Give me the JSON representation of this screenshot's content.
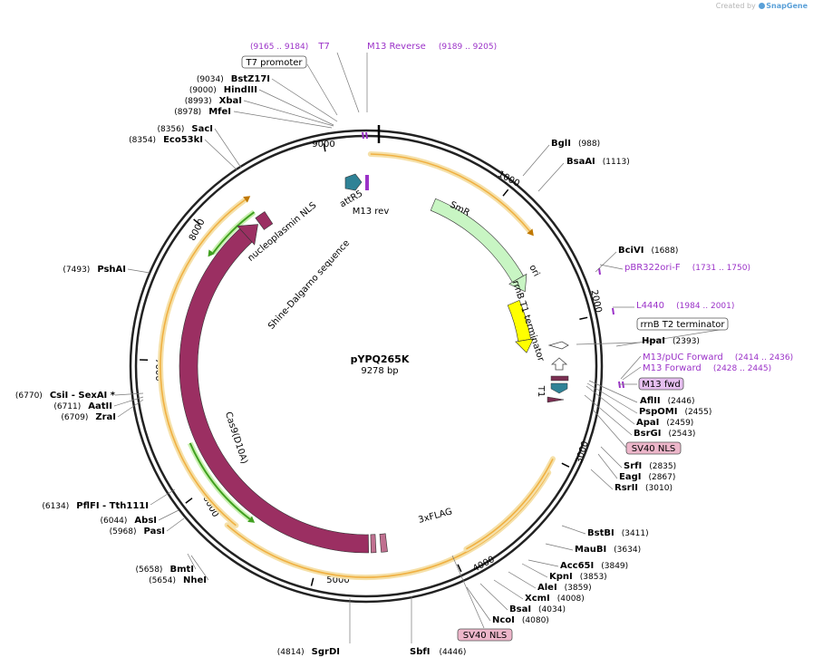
{
  "credit": {
    "prefix": "Created by",
    "brand": "SnapGene"
  },
  "plasmid": {
    "name": "pYPQ265K",
    "length_label": "9278 bp",
    "length": 9278
  },
  "ticks": [
    {
      "label": "1000",
      "bp": 1000
    },
    {
      "label": "2000",
      "bp": 2000
    },
    {
      "label": "3000",
      "bp": 3000
    },
    {
      "label": "4000",
      "bp": 4000
    },
    {
      "label": "5000",
      "bp": 5000
    },
    {
      "label": "6000",
      "bp": 6000
    },
    {
      "label": "7000",
      "bp": 7000
    },
    {
      "label": "8000",
      "bp": 8000
    },
    {
      "label": "9000",
      "bp": 9000
    }
  ],
  "sites_right": [
    {
      "name": "BglI",
      "pos": "(988)",
      "bp": 988
    },
    {
      "name": "BsaAI",
      "pos": "(1113)",
      "bp": 1113
    },
    {
      "name": "BciVI",
      "pos": "(1688)",
      "bp": 1688
    },
    {
      "name": "HpaI",
      "pos": "(2393)",
      "bp": 2393
    },
    {
      "name": "AflII",
      "pos": "(2446)",
      "bp": 2446
    },
    {
      "name": "PspOMI",
      "pos": "(2455)",
      "bp": 2455
    },
    {
      "name": "ApaI",
      "pos": "(2459)",
      "bp": 2459
    },
    {
      "name": "BsrGI",
      "pos": "(2543)",
      "bp": 2543
    },
    {
      "name": "SrfI",
      "pos": "(2835)",
      "bp": 2835
    },
    {
      "name": "EagI",
      "pos": "(2867)",
      "bp": 2867
    },
    {
      "name": "RsrII",
      "pos": "(3010)",
      "bp": 3010
    },
    {
      "name": "BstBI",
      "pos": "(3411)",
      "bp": 3411
    },
    {
      "name": "MauBI",
      "pos": "(3634)",
      "bp": 3634
    },
    {
      "name": "Acc65I",
      "pos": "(3849)",
      "bp": 3849
    },
    {
      "name": "KpnI",
      "pos": "(3853)",
      "bp": 3853
    },
    {
      "name": "AleI",
      "pos": "(3859)",
      "bp": 3859
    },
    {
      "name": "XcmI",
      "pos": "(4008)",
      "bp": 4008
    },
    {
      "name": "BsaI",
      "pos": "(4034)",
      "bp": 4034
    },
    {
      "name": "NcoI",
      "pos": "(4080)",
      "bp": 4080
    },
    {
      "name": "SbfI",
      "pos": "(4446)",
      "bp": 4446
    }
  ],
  "sites_left": [
    {
      "name": "SgrDI",
      "pos": "(4814)",
      "bp": 4814
    },
    {
      "name": "NheI",
      "pos": "(5654)",
      "bp": 5654
    },
    {
      "name": "BmtI",
      "pos": "(5658)",
      "bp": 5658
    },
    {
      "name": "PasI",
      "pos": "(5968)",
      "bp": 5968
    },
    {
      "name": "AbsI",
      "pos": "(6044)",
      "bp": 6044
    },
    {
      "name": "PflFI - Tth111I",
      "pos": "(6134)",
      "bp": 6134
    },
    {
      "name": "ZraI",
      "pos": "(6709)",
      "bp": 6709
    },
    {
      "name": "AatII",
      "pos": "(6711)",
      "bp": 6711
    },
    {
      "name": "CsiI - SexAI *",
      "pos": "(6770)",
      "bp": 6770
    },
    {
      "name": "PshAI",
      "pos": "(7493)",
      "bp": 7493
    },
    {
      "name": "Eco53kI",
      "pos": "(8354)",
      "bp": 8354
    },
    {
      "name": "SacI",
      "pos": "(8356)",
      "bp": 8356
    },
    {
      "name": "MfeI",
      "pos": "(8978)",
      "bp": 8978
    },
    {
      "name": "XbaI",
      "pos": "(8993)",
      "bp": 8993
    },
    {
      "name": "HindIII",
      "pos": "(9000)",
      "bp": 9000
    },
    {
      "name": "BstZ17I",
      "pos": "(9034)",
      "bp": 9034
    }
  ],
  "primers": [
    {
      "name": "T7",
      "pos": "(9165 .. 9184)",
      "bp": 9175
    },
    {
      "name": "M13 Reverse",
      "pos": "(9189 .. 9205)",
      "bp": 9197
    },
    {
      "name": "pBR322ori-F",
      "pos": "(1731 .. 1750)",
      "bp": 1740
    },
    {
      "name": "L4440",
      "pos": "(1984 .. 2001)",
      "bp": 1992
    },
    {
      "name": "M13/pUC Forward",
      "pos": "(2414 .. 2436)",
      "bp": 2425
    },
    {
      "name": "M13 Forward",
      "pos": "(2428 .. 2445)",
      "bp": 2436
    }
  ],
  "boxed_labels": [
    {
      "name": "T7 promoter",
      "style": "white"
    },
    {
      "name": "rrnB T2 terminator",
      "style": "white"
    },
    {
      "name": "M13 fwd",
      "style": "violet"
    },
    {
      "name": "SV40 NLS",
      "style": "pink"
    },
    {
      "name": "SV40 NLS",
      "style": "pink"
    }
  ],
  "features": [
    {
      "name": "SmR",
      "color": "#c8f5c3"
    },
    {
      "name": "ori",
      "color": "#ffff00"
    },
    {
      "name": "rrnB T1 terminator",
      "color": "#ffffff"
    },
    {
      "name": "T1",
      "color": "#ffffff"
    },
    {
      "name": "Cas9(D10A)",
      "color": "#9b2f62"
    },
    {
      "name": "nucleoplasmin NLS",
      "color": "#9b2f62"
    },
    {
      "name": "3xFLAG",
      "color": "#c07090"
    },
    {
      "name": "Shine-Dalgarno sequence",
      "color": "#000000"
    },
    {
      "name": "attR5",
      "color": "#2f8296"
    },
    {
      "name": "M13 rev",
      "color": "#9b32c8"
    }
  ],
  "colors": {
    "primer": "#9b32c8",
    "orf": "#f0b042",
    "orf_glow": "#f5e0a8",
    "green_orf": "#40a020",
    "cas9": "#9b2f62",
    "backbone": "#222222"
  }
}
